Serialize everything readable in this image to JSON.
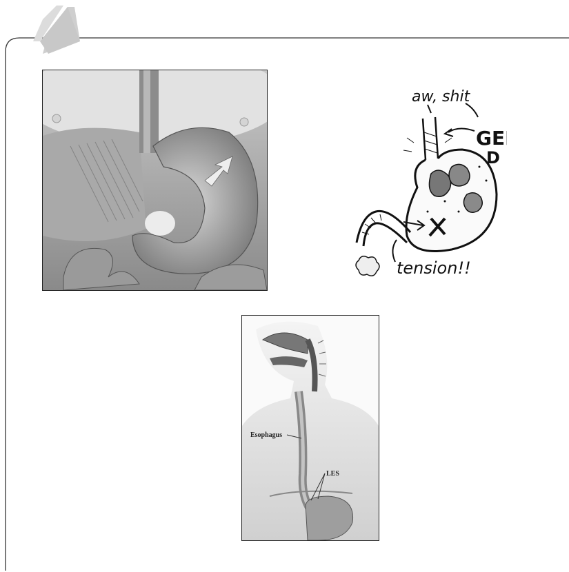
{
  "slide": {
    "corner_logo": "stripe-logo",
    "frame_color": "#333333",
    "logo_color": "#d0d0d0"
  },
  "images": [
    {
      "name": "stomach-anatomy-illustration",
      "desc_icon": "stomach-icon"
    },
    {
      "name": "gerd-cartoon",
      "labels": {
        "top": "aw, shit",
        "side": "GER D",
        "bottom": "tension!!"
      }
    },
    {
      "name": "esophagus-diagram",
      "labels": {
        "esophagus": "Esophagus",
        "les": "LES"
      }
    }
  ]
}
